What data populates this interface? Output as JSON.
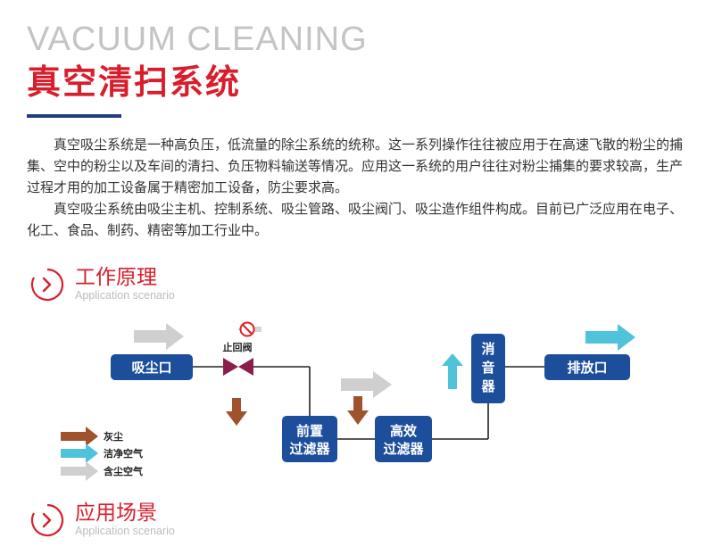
{
  "header": {
    "en_title": "VACUUM CLEANING",
    "cn_title": "真空清扫系统",
    "accent_color": "#d81e2c",
    "rule_color": "#1f3f80"
  },
  "intro": {
    "paragraphs": [
      "真空吸尘系统是一种高负压，低流量的除尘系统的统称。这一系列操作往往被应用于在高速飞散的粉尘的捕集、空中的粉尘以及车间的清扫、负压物料输送等情况。应用这一系统的用户往往对粉尘捕集的要求较高，生产过程才用的加工设备属于精密加工设备，防尘要求高。",
      "真空吸尘系统由吸尘主机、控制系统、吸尘管路、吸尘阀门、吸尘造作组件构成。目前已广泛应用在电子、化工、食品、制药、精密等加工行业中。"
    ]
  },
  "sections": {
    "principle": {
      "cn": "工作原理",
      "en": "Application scenario"
    },
    "application": {
      "cn": "应用场景",
      "en": "Application scenario"
    }
  },
  "diagram": {
    "node_color": "#1d4e9c",
    "nodes": {
      "suction_port": "吸尘口",
      "pre_filter_1": "前置",
      "pre_filter_2": "过滤器",
      "hepa_1": "高效",
      "hepa_2": "过滤器",
      "muffler_1": "消",
      "muffler_2": "音",
      "muffler_3": "器",
      "exhaust_port": "排放口"
    },
    "valve_label": "止回阀",
    "valve_color": "#8a1f4e",
    "legend": [
      {
        "label": "灰尘",
        "color": "#a0522d"
      },
      {
        "label": "洁净空气",
        "color": "#4fc3d9"
      },
      {
        "label": "含尘空气",
        "color": "#cfcfcf"
      }
    ]
  }
}
